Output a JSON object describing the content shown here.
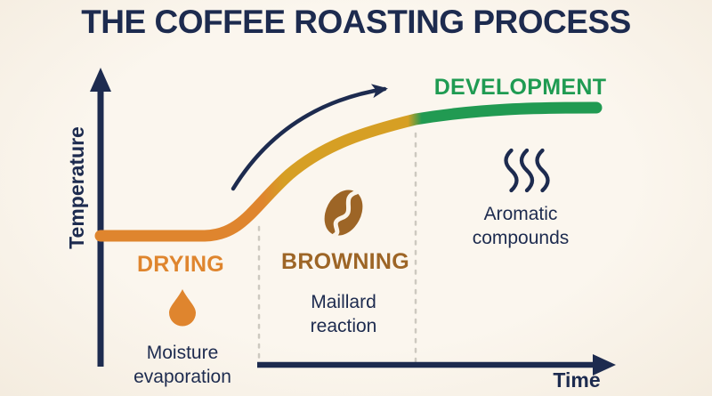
{
  "title": "THE COFFEE ROASTING PROCESS",
  "axes": {
    "y_label": "Temperature",
    "x_label": "Time"
  },
  "phases": {
    "drying": {
      "label": "DRYING",
      "caption": "Moisture\nevaporation",
      "icon": "droplet-icon",
      "color": "#df852e"
    },
    "browning": {
      "label": "BROWNING",
      "caption": "Maillard\nreaction",
      "icon": "coffee-bean-icon",
      "color": "#9d6526"
    },
    "development": {
      "label": "DEVELOPMENT",
      "caption": "Aromatic\ncompounds",
      "icon": "steam-icon",
      "color": "#1f9b52"
    }
  },
  "colors": {
    "background": "#faf4ea",
    "navy": "#1d2b4f",
    "drying_curve": "#df852e",
    "browning_curve": "#d69f24",
    "development_curve": "#219a52",
    "divider_gray": "#cdc9c0"
  }
}
